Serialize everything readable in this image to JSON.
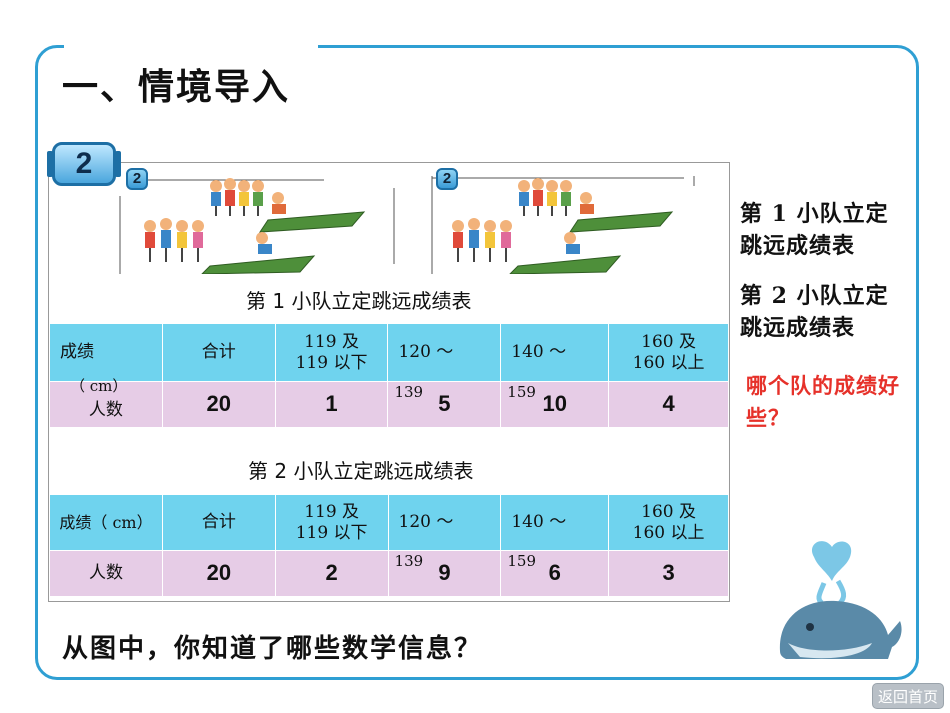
{
  "page": {
    "title": "一、情境导入",
    "question": "从图中，你知道了哪些数学信息？",
    "back_button": "返回首页",
    "badge_number": "2"
  },
  "captions": {
    "table1": "第 1 小队立定跳远成绩表",
    "table2": "第 2 小队立定跳远成绩表"
  },
  "tables": {
    "t1": {
      "header": [
        "成绩",
        "合计",
        "119 及\n119 以下",
        "120 ～",
        "140 ～",
        "160 及\n160 以上"
      ],
      "header_unit": "（ cm）",
      "row_label": "人数",
      "sub": [
        "139",
        "159"
      ],
      "values": [
        "20",
        "1",
        "5",
        "10",
        "4"
      ]
    },
    "t2": {
      "header": [
        "成绩（ cm）",
        "合计",
        "119 及\n119 以下",
        "120 ～",
        "140 ～",
        "160 及\n160 以上"
      ],
      "row_label": "人数",
      "sub": [
        "139",
        "159"
      ],
      "values": [
        "20",
        "2",
        "9",
        "6",
        "3"
      ]
    }
  },
  "sidebar": {
    "label1": "第 1 小队立定跳远成绩表",
    "label2": "第 2 小队立定跳远成绩表",
    "question": "哪个队的成绩好些？"
  },
  "colors": {
    "frame": "#2f9fd3",
    "header_row": "#6fd3ee",
    "body_row": "#e6cce6",
    "accent_red": "#e6312a"
  }
}
